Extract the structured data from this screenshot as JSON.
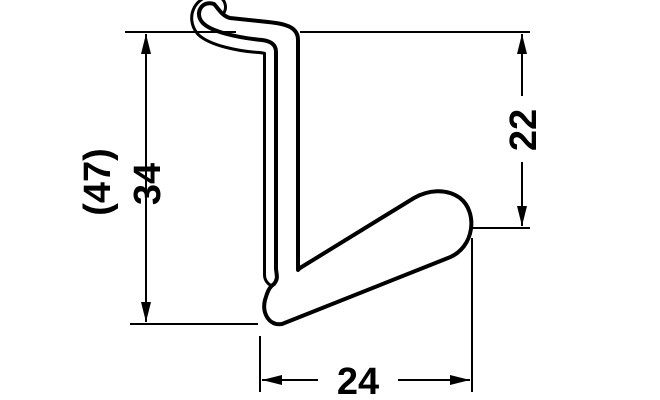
{
  "drawing": {
    "dimensions": {
      "height_total": "34",
      "height_total_ref": "(47)",
      "height_partial": "22",
      "width_bottom": "24"
    },
    "colors": {
      "line": "#000000",
      "background": "#ffffff"
    }
  }
}
